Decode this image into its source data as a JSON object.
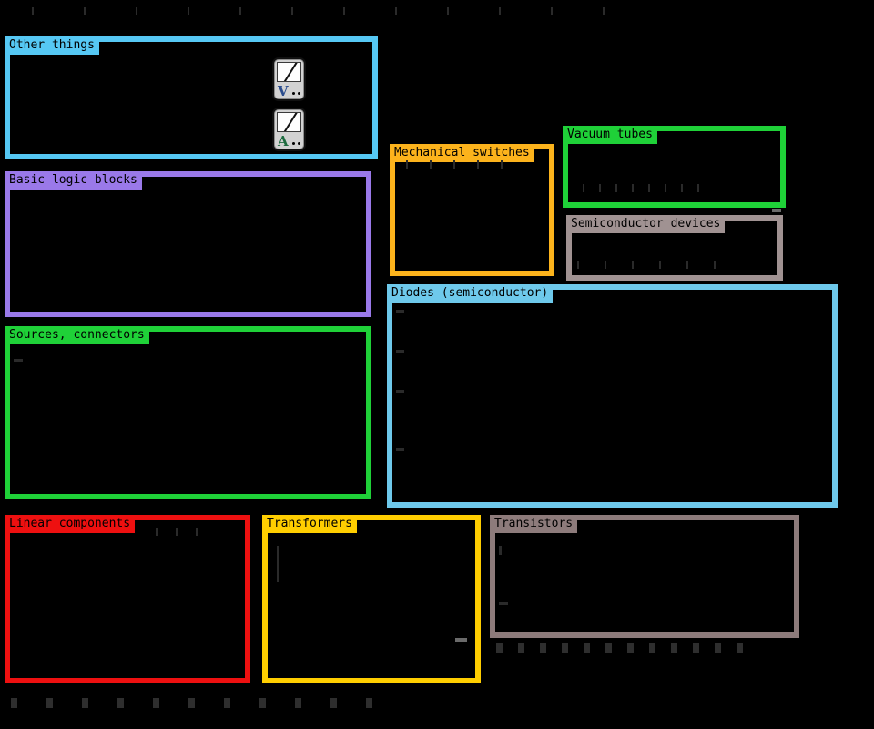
{
  "palette": {
    "background": "#000000",
    "groups": [
      {
        "id": "other-things",
        "label": "Other things",
        "color": "#56c8f4"
      },
      {
        "id": "basic-logic-blocks",
        "label": "Basic logic blocks",
        "color": "#9a79e9"
      },
      {
        "id": "sources-connectors",
        "label": "Sources, connectors",
        "color": "#1fd138"
      },
      {
        "id": "linear-components",
        "label": "Linear components",
        "color": "#ee1010"
      },
      {
        "id": "mechanical-switches",
        "label": "Mechanical switches",
        "color": "#fcb31c"
      },
      {
        "id": "transformers",
        "label": "Transformers",
        "color": "#ffce00"
      },
      {
        "id": "vacuum-tubes",
        "label": "Vacuum tubes",
        "color": "#1fd138"
      },
      {
        "id": "semiconductor-devices",
        "label": "Semiconductor devices",
        "color": "#a09292"
      },
      {
        "id": "diodes-semiconductor",
        "label": "Diodes (semiconductor)",
        "color": "#6ec9eb"
      },
      {
        "id": "transistors",
        "label": "Transistors",
        "color": "#8d7b7b"
      }
    ],
    "meters": [
      {
        "name": "voltmeter-icon",
        "letter": "V",
        "letter_color": "#2b4d8e"
      },
      {
        "name": "ammeter-icon",
        "letter": "A",
        "letter_color": "#1d6b3f"
      }
    ]
  }
}
